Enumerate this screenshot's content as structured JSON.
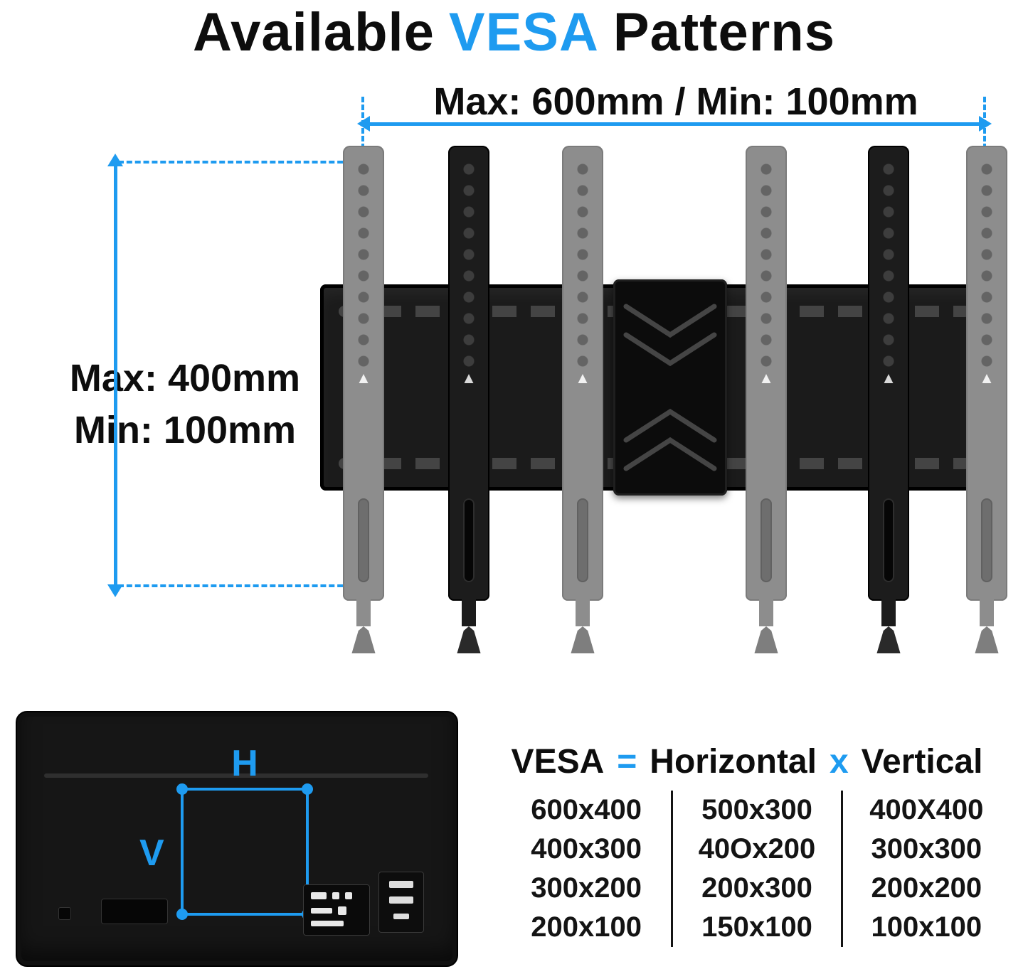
{
  "title": {
    "part1": "Available",
    "accent": "VESA",
    "part2": "Patterns"
  },
  "dimensions": {
    "horizontal": "Max: 600mm / Min: 100mm",
    "vertical_line1": "Max: 400mm",
    "vertical_line2": "Min: 100mm"
  },
  "icons": {
    "bracket_direction_arrow": "▲"
  },
  "tv": {
    "h_label": "H",
    "v_label": "V"
  },
  "formula": {
    "vesa": "VESA",
    "equals": "=",
    "horizontal": "Horizontal",
    "x": "x",
    "vertical": "Vertical"
  },
  "vesa_table": {
    "rows": [
      [
        "600x400",
        "500x300",
        "400X400"
      ],
      [
        "400x300",
        "40Ox200",
        "300x300"
      ],
      [
        "300x200",
        "200x300",
        "200x200"
      ],
      [
        "200x100",
        "150x100",
        "100x100"
      ]
    ]
  },
  "colors": {
    "accent": "#1E9BF0",
    "bracket_black": "#1C1C1C",
    "bracket_gray": "#8D8D8D"
  }
}
